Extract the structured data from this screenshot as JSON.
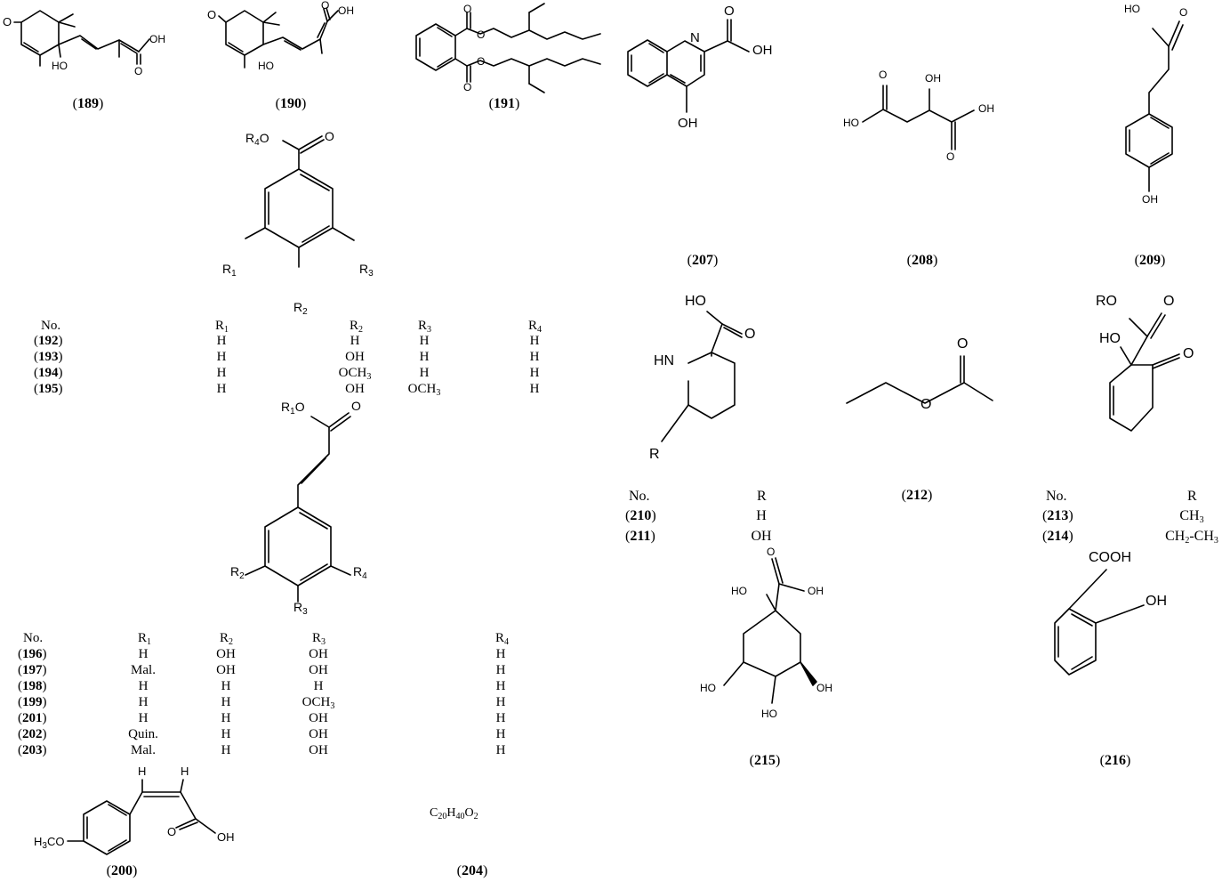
{
  "compound_labels": {
    "c189": "189",
    "c190": "190",
    "c191": "191",
    "c200": "200",
    "c204": "204",
    "c207": "207",
    "c208": "208",
    "c209": "209",
    "c212": "212",
    "c215": "215",
    "c216": "216"
  },
  "formula_204": "C20H40O2",
  "benzoic_table": {
    "headers": [
      "No.",
      "R1",
      "R2",
      "R3",
      "R4"
    ],
    "rows": [
      [
        "192",
        "H",
        "H",
        "H",
        "H"
      ],
      [
        "193",
        "H",
        "OH",
        "H",
        "H"
      ],
      [
        "194",
        "H",
        "OCH3",
        "H",
        "H"
      ],
      [
        "195",
        "H",
        "OH",
        "OCH3",
        "H"
      ]
    ]
  },
  "cinnamic_table": {
    "headers": [
      "No.",
      "R1",
      "R2",
      "R3",
      "R4"
    ],
    "rows": [
      [
        "196",
        "H",
        "OH",
        "OH",
        "H"
      ],
      [
        "197",
        "Mal.",
        "OH",
        "OH",
        "H"
      ],
      [
        "198",
        "H",
        "H",
        "H",
        "H"
      ],
      [
        "199",
        "H",
        "H",
        "OCH3",
        "H"
      ],
      [
        "201",
        "H",
        "H",
        "OH",
        "H"
      ],
      [
        "202",
        "Quin.",
        "H",
        "OH",
        "H"
      ],
      [
        "203",
        "Mal.",
        "H",
        "OH",
        "H"
      ]
    ]
  },
  "piperidine_table": {
    "headers": [
      "No.",
      "R"
    ],
    "rows": [
      [
        "210",
        "H"
      ],
      [
        "211",
        "OH"
      ]
    ]
  },
  "cyclohexenone_table": {
    "headers": [
      "No.",
      "R"
    ],
    "rows": [
      [
        "213",
        "CH3"
      ],
      [
        "214",
        "CH2-CH3"
      ]
    ]
  },
  "atom_labels": {
    "oxygen": "O",
    "hydroxyl": "OH",
    "hydroxyl_left": "HO",
    "hydrogen": "H",
    "nitrogen": "N",
    "amine": "HN",
    "carboxyl": "COOH",
    "methoxy_left": "H3CO",
    "r": "R",
    "ro": "RO",
    "r1": "R1",
    "r2": "R2",
    "r3": "R3",
    "r4": "R4",
    "r4o": "R4O",
    "r1o": "R1O"
  }
}
